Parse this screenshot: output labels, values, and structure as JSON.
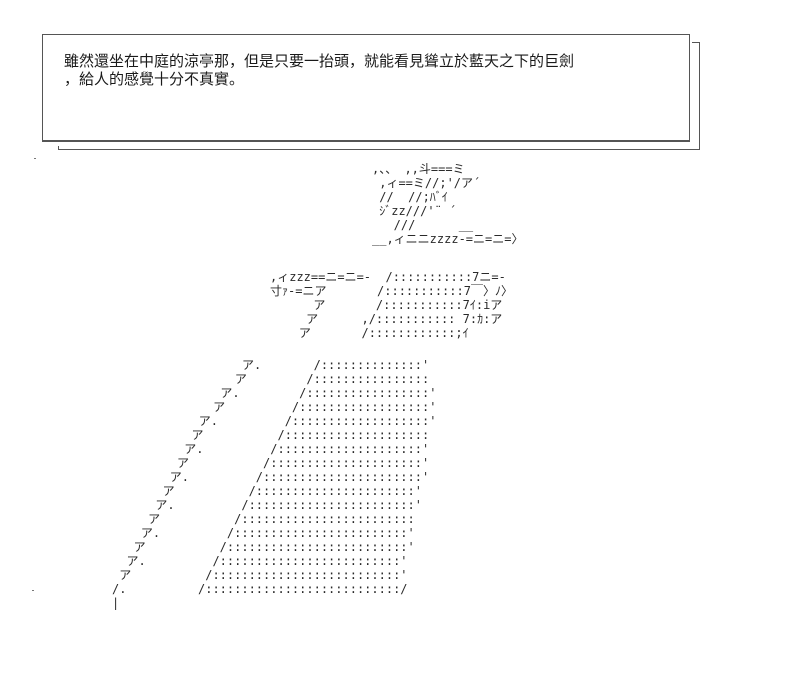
{
  "caption": {
    "lines": [
      "雖然還坐在中庭的涼亭那，但是只要一抬頭，就能看見聳立於藍天之下的巨劍",
      "，給人的感覺十分不真實。"
    ]
  },
  "art": {
    "tip": [
      ",、、 ,,斗===ミ",
      " ,ィ==ミ//;'/ア´",
      " //  //;ﾊﾞｲ",
      " ｼﾞzz///'¨ ´",
      "   ///      __",
      "__,ィニニzzzz-=ニ=ニ=〉"
    ],
    "guard": [
      ",ィzzz==ニ=ニ=-  /:::::::::::7ニ=-",
      "寸ｧ-=ニア       /:::::::::::7￣〉ﾉ〉",
      "      ア       /:::::::::::7ｲ:iア",
      "     ア      ,/::::::::::: 7:ｶ:ア",
      "    ア       /::::::::::::;ｲ"
    ],
    "blade_edge": [
      "                  ア.",
      "                 ア",
      "               ア.",
      "              ア",
      "            ア.",
      "           ア",
      "          ア.",
      "         ア",
      "        ア.",
      "       ア",
      "      ア.",
      "     ア",
      "    ア.",
      "   ア",
      "  ア.",
      " ア",
      "/.",
      "|"
    ],
    "blade_body": [
      "                /::::::::::::::'",
      "               /::::::::::::::::",
      "              /:::::::::::::::::'",
      "             /::::::::::::::::::'",
      "            /:::::::::::::::::::'",
      "           /::::::::::::::::::::",
      "          /::::::::::::::::::::'",
      "         /:::::::::::::::::::::'",
      "        /::::::::::::::::::::::'",
      "       /::::::::::::::::::::::'",
      "      /:::::::::::::::::::::::'",
      "     /::::::::::::::::::::::::",
      "    /::::::::::::::::::::::::'",
      "   /:::::::::::::::::::::::::'",
      "  /:::::::::::::::::::::::::'",
      " /::::::::::::::::::::::::::'",
      "/:::::::::::::::::::::::::::/"
    ]
  }
}
